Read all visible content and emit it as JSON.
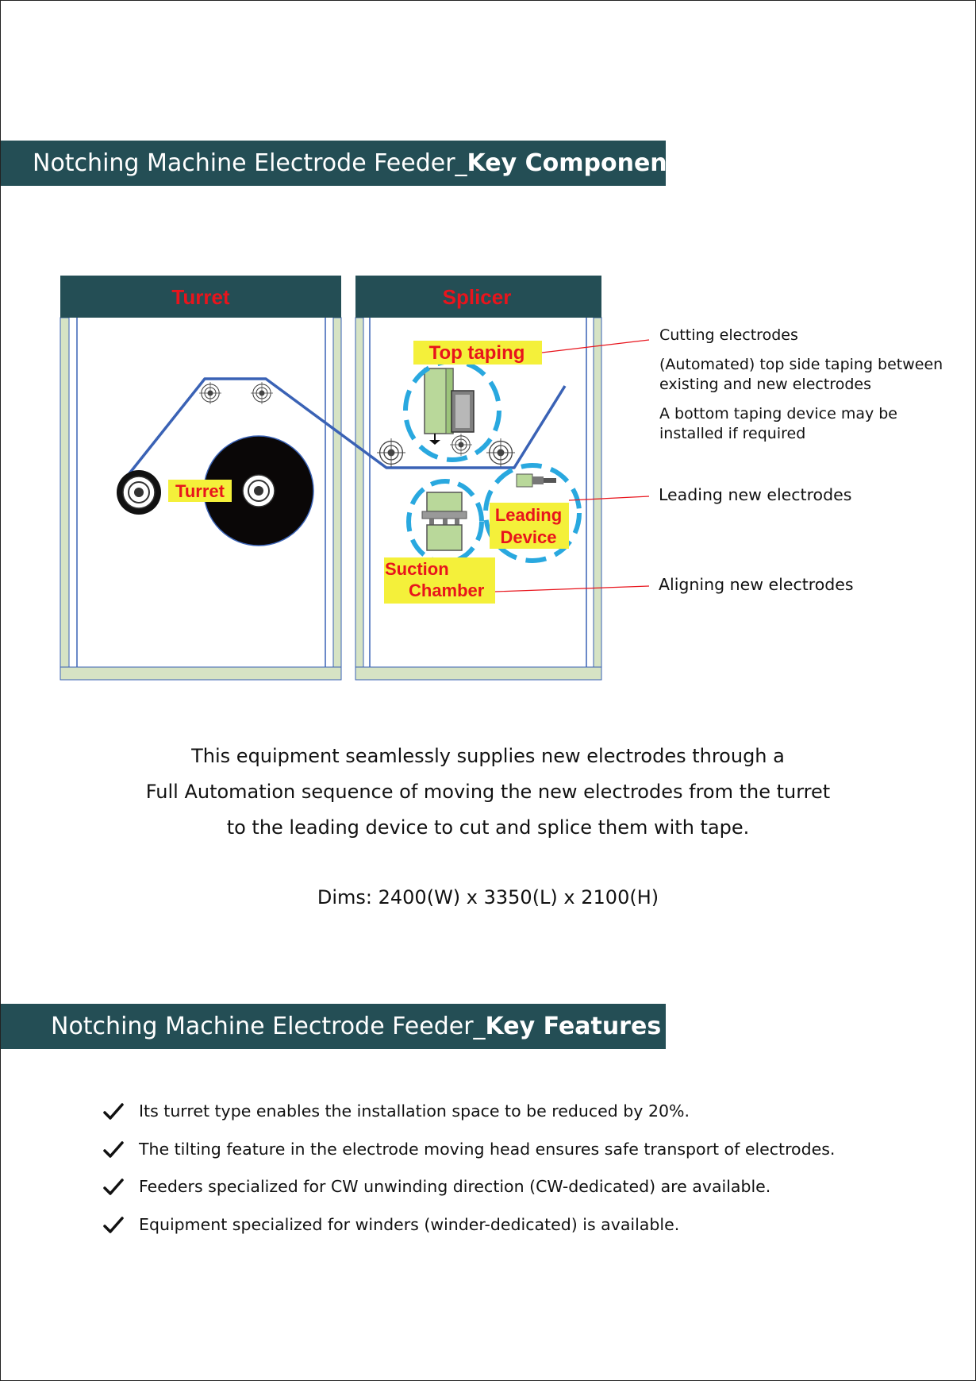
{
  "section_components": {
    "title_prefix": "Notching Machine Electrode Feeder_",
    "title_bold": "Key Components"
  },
  "diagram": {
    "panel_left_title": "Turret",
    "panel_right_title": "Splicer",
    "labels": {
      "top_taping": "Top taping",
      "turret": "Turret",
      "leading_device_line1": "Leading",
      "leading_device_line2": "Device",
      "suction_chamber_line1": "Suction",
      "suction_chamber_line2": "Chamber"
    },
    "callouts": {
      "cutting": "Cutting electrodes",
      "taping_line1": "(Automated) top side taping between",
      "taping_line2": "existing and new electrodes",
      "bottom_line1": "A bottom taping device may be",
      "bottom_line2": "installed if required",
      "leading": "Leading new electrodes",
      "aligning": "Aligning new electrodes"
    },
    "colors": {
      "panel_header": "#244e55",
      "label_red": "#e8141c",
      "label_highlight": "#f4f03a",
      "web_line": "#3a62b5",
      "dashed_circle": "#29a8df",
      "frame_green": "#d6e3c4",
      "component_green": "#b9d89a"
    }
  },
  "description": {
    "line1": "This equipment seamlessly supplies new electrodes through a",
    "line2": "Full Automation sequence of moving the new electrodes from the turret",
    "line3": "to the leading device to cut and splice them with tape.",
    "dims": "Dims: 2400(W) x 3350(L) x 2100(H)"
  },
  "section_features": {
    "title_prefix": "Notching Machine Electrode Feeder_",
    "title_bold": "Key Features"
  },
  "features": [
    "Its turret type enables the installation space to be reduced by 20%.",
    "The tilting feature in the electrode moving head ensures safe transport of electrodes.",
    "Feeders specialized for CW unwinding direction (CW-dedicated) are available.",
    "Equipment specialized for winders (winder-dedicated) is available."
  ]
}
